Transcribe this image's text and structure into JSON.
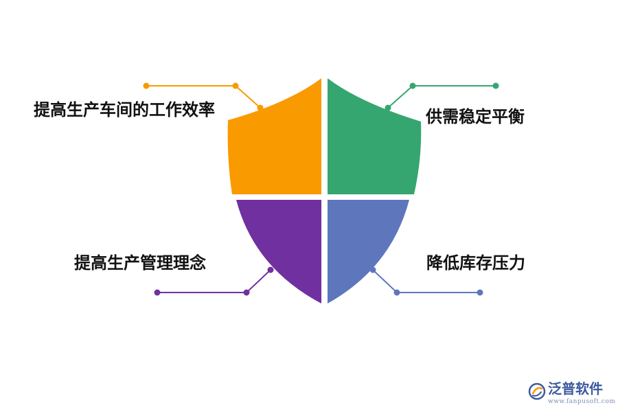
{
  "diagram": {
    "quadrants": [
      {
        "id": "top-left",
        "label": "提高生产车间的工作效率",
        "color": "#f99a00"
      },
      {
        "id": "top-right",
        "label": "供需稳定平衡",
        "color": "#35a670"
      },
      {
        "id": "bottom-left",
        "label": "提高生产管理理念",
        "color": "#7030a0"
      },
      {
        "id": "bottom-right",
        "label": "降低库存压力",
        "color": "#5e76bc"
      }
    ]
  },
  "watermark": {
    "brand": "泛普软件",
    "url": "www.fanpusoft.com",
    "color": "#3d5a9e"
  }
}
